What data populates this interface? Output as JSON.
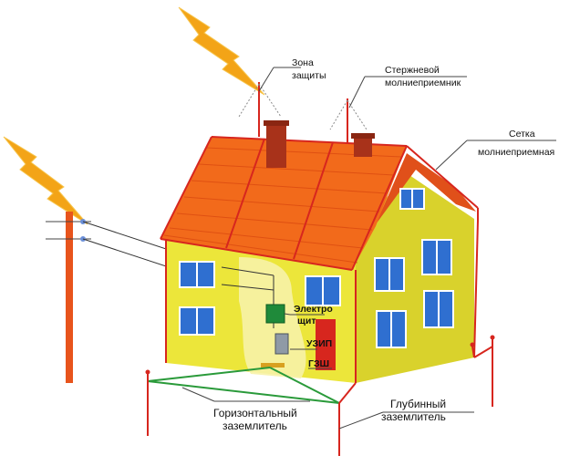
{
  "labels": {
    "zone_line1": "Зона",
    "zone_line2": "защиты",
    "rod_line1": "Стержневой",
    "rod_line2": "молниеприемник",
    "mesh_line1": "Сетка",
    "mesh_line2": "молниеприемная",
    "panel_line1": "Электро",
    "panel_line2": "щит",
    "uzip": "УЗИП",
    "gzsh": "ГЗШ",
    "horizontal_line1": "Горизонтальный",
    "horizontal_line2": "заземлитель",
    "deep_line1": "Глубинный",
    "deep_line2": "заземлитель"
  },
  "colors": {
    "roof": "#f26a1b",
    "roof_tile": "#e04a10",
    "wall": "#e8e43a",
    "wall_shadow": "#d2cc2b",
    "chimney": "#a8321a",
    "conductor": "#d7261e",
    "ground_wire": "#2a9a3a",
    "lightning": "#f3a417",
    "window": "#2f6fd0",
    "pole": "#e8541c",
    "panel": "#1f8a3a"
  },
  "icons": [
    "lightning-bolt-icon",
    "lightning-bolt-icon"
  ]
}
